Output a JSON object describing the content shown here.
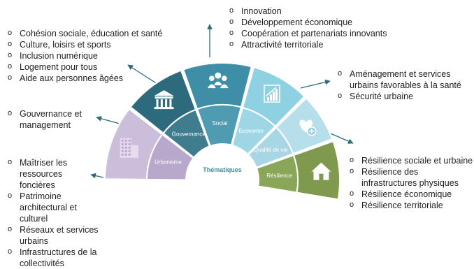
{
  "center_label": "Thématiques",
  "segments": [
    {
      "id": "urbanisme",
      "label": "Urbanisme",
      "color_outer": "#cbbedb",
      "color_inner": "#b8a8cc",
      "icon": "building-icon"
    },
    {
      "id": "gouvernance",
      "label": "Gouvernance",
      "color_outer": "#2e6a7d",
      "color_inner": "#3f7d8e",
      "icon": "government-building-icon"
    },
    {
      "id": "social",
      "label": "Social",
      "color_outer": "#3d8ea6",
      "color_inner": "#4e9bb2",
      "icon": "people-group-icon"
    },
    {
      "id": "economie",
      "label": "Économie",
      "color_outer": "#8ed1e3",
      "color_inner": "#9fd6e6",
      "icon": "bar-chart-icon"
    },
    {
      "id": "qualite",
      "label": "Qualité de vie",
      "color_outer": "#b7dfeb",
      "color_inner": "#a7d6e4",
      "icon": "heart-plus-icon"
    },
    {
      "id": "resilience",
      "label": "Résilience",
      "color_outer": "#7f9a4e",
      "color_inner": "#8aa658",
      "icon": "house-icon"
    }
  ],
  "lists": {
    "economie": [
      "Innovation",
      "Développement économique",
      "Coopération et partenariats innovants",
      "Attractivité territoriale"
    ],
    "social": [
      "Cohésion sociale, éducation et santé",
      "Culture, loisirs et sports",
      "Inclusion numérique",
      "Logement pour tous",
      "Aide aux personnes âgées"
    ],
    "qualite": [
      "Aménagement et services urbains favorables à la santé",
      "Sécurité urbaine"
    ],
    "gouvernance": [
      "Gouvernance et management"
    ],
    "urbanisme": [
      "Maîtriser les ressources foncières",
      "Patrimoine architectural et culturel",
      "Réseaux et services urbains",
      "Infrastructures de la collectivités"
    ],
    "resilience": [
      "Résilience sociale et urbaine",
      "Résilience des infrastructures physiques",
      "Résilience économique",
      "Résilience territoriale"
    ]
  },
  "arrow_color": "#2e6a7d",
  "heading_color": "#3d8ea6"
}
